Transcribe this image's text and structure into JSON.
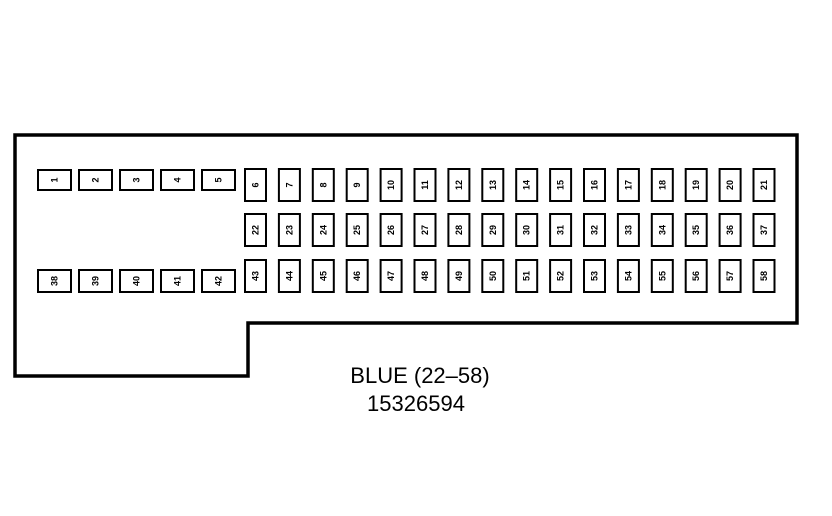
{
  "connector": {
    "color_label": "BLUE (22–58)",
    "part_number": "15326594",
    "top_row_left_pins": [
      "1",
      "2",
      "3",
      "4",
      "5"
    ],
    "top_row_pins": [
      "6",
      "7",
      "8",
      "9",
      "10",
      "11",
      "12",
      "13",
      "14",
      "15",
      "16",
      "17",
      "18",
      "19",
      "20",
      "21"
    ],
    "middle_row_pins": [
      "22",
      "23",
      "24",
      "25",
      "26",
      "27",
      "28",
      "29",
      "30",
      "31",
      "32",
      "33",
      "34",
      "35",
      "36",
      "37"
    ],
    "bottom_row_left_pins": [
      "38",
      "39",
      "40",
      "41",
      "42"
    ],
    "bottom_row_pins": [
      "43",
      "44",
      "45",
      "46",
      "47",
      "48",
      "49",
      "50",
      "51",
      "52",
      "53",
      "54",
      "55",
      "56",
      "57",
      "58"
    ]
  },
  "colors": {
    "outline": "#000000",
    "background": "#ffffff"
  }
}
